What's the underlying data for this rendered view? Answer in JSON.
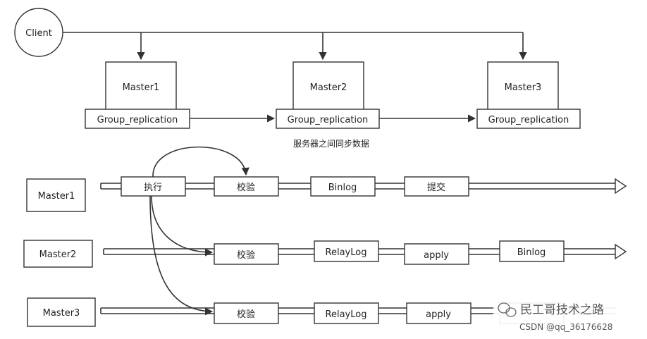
{
  "client": {
    "label": "Client"
  },
  "top_nodes": [
    {
      "master": "Master1",
      "group": "Group_replication"
    },
    {
      "master": "Master2",
      "group": "Group_replication"
    },
    {
      "master": "Master3",
      "group": "Group_replication"
    }
  ],
  "sync_caption": "服务器之间同步数据",
  "lanes": [
    {
      "label": "Master1",
      "steps": [
        "执行",
        "校验",
        "Binlog",
        "提交"
      ]
    },
    {
      "label": "Master2",
      "steps": [
        "校验",
        "RelayLog",
        "apply",
        "Binlog"
      ]
    },
    {
      "label": "Master3",
      "steps": [
        "校验",
        "RelayLog",
        "apply"
      ]
    }
  ],
  "watermark": {
    "line1": "民工哥技术之路",
    "line2": "CSDN @qq_36176628"
  },
  "colors": {
    "stroke": "#333333",
    "text": "#222222",
    "background": "#ffffff"
  }
}
